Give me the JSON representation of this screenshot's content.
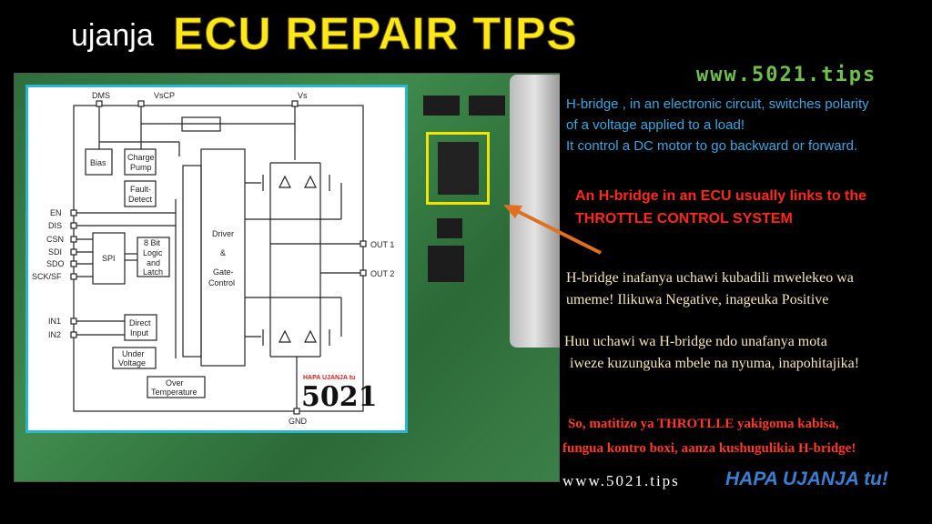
{
  "title": {
    "prefix": "ujanja",
    "main": "ECU REPAIR TIPS"
  },
  "website_top": "www.5021.tips",
  "diagram": {
    "top_pins": [
      "DMS",
      "VsCP",
      "Vs"
    ],
    "left_pins": [
      "EN",
      "DIS",
      "CSN",
      "SDI",
      "SDO",
      "SCK/SF",
      "IN1",
      "IN2"
    ],
    "right_pins": [
      "OUT 1",
      "OUT 2"
    ],
    "bottom_pin": "GND",
    "blocks": {
      "bias": "Bias",
      "charge_pump": [
        "Charge",
        "Pump"
      ],
      "fault_detect": [
        "Fault-",
        "Detect"
      ],
      "spi": "SPI",
      "logic": [
        "8 Bit",
        "Logic",
        "and",
        "Latch"
      ],
      "direct_input": [
        "Direct",
        "Input"
      ],
      "under_voltage": [
        "Under",
        "Voltage"
      ],
      "over_temp": [
        "Over",
        "Temperature"
      ],
      "driver": [
        "Driver",
        "&",
        "Gate-",
        "Control"
      ]
    },
    "logo": {
      "tag": "HAPA UJANJA tu",
      "number": "5021"
    }
  },
  "text": {
    "blue": [
      "H-bridge , in an electronic circuit, switches polarity",
      "of a voltage applied to a load!",
      "It control a DC motor to go backward or forward."
    ],
    "red": [
      "An H-bridge in an ECU usually links to the",
      "THROTTLE CONTROL SYSTEM"
    ],
    "swahili1": [
      "H-bridge inafanya uchawi kubadili mwelekeo wa",
      "umeme! Ilikuwa Negative, inageuka Positive"
    ],
    "swahili2": [
      "Huu uchawi wa H-bridge ndo unafanya mota",
      "iweze kuzunguka mbele na nyuma, inapohitajika!"
    ],
    "red2": [
      "So, matitizo ya THROTLLE yakigoma kabisa,",
      "fungua kontro boxi, aanza kushugulikia H-bridge!"
    ]
  },
  "website_bottom": "www.5021.tips",
  "slogan": "HAPA UJANJA tu!",
  "colors": {
    "title": "#ffe81a",
    "blue_text": "#3aa8e0",
    "red_text": "#ff2a1a",
    "arrow": "#e07020",
    "highlight": "#f2e600"
  }
}
